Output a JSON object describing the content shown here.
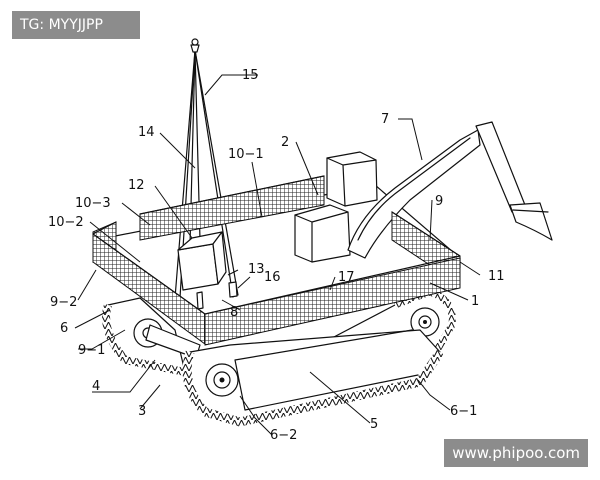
{
  "watermark_tl": "TG: MYYJJPP",
  "watermark_br": "www.phipoo.com",
  "labels": {
    "l15": "15",
    "l14": "14",
    "l10_1": "10−1",
    "l2": "2",
    "l7": "7",
    "l12": "12",
    "l10_3": "10−3",
    "l10_2": "10−2",
    "l9": "9",
    "l13": "13",
    "l16": "16",
    "l17": "17",
    "l11": "11",
    "l9_2": "9−2",
    "l8": "8",
    "l1": "1",
    "l6": "6",
    "l9_1": "9−1",
    "l4": "4",
    "l3": "3",
    "l6_2": "6−2",
    "l5": "5",
    "l6_1": "6−1"
  }
}
